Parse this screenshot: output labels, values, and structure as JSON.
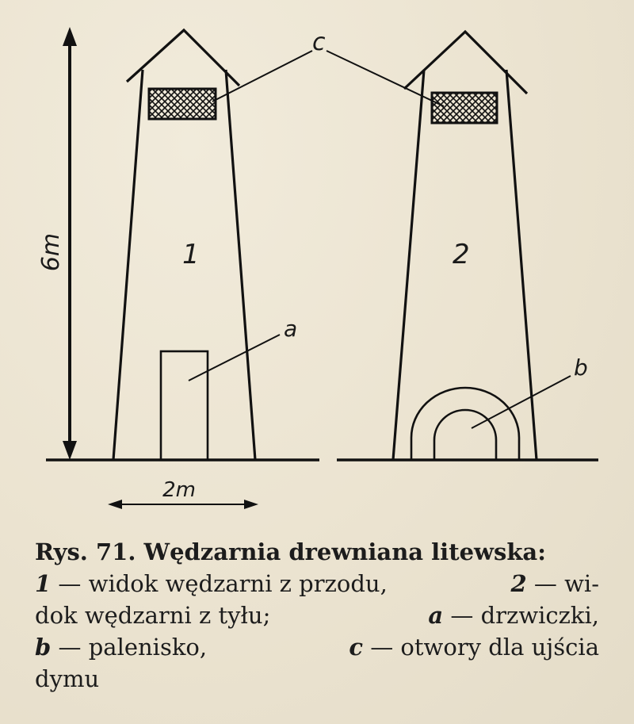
{
  "diagram": {
    "height_label": "6m",
    "width_label": "2m",
    "number_front": "1",
    "number_back": "2",
    "label_a": "a",
    "label_b": "b",
    "label_c": "c"
  },
  "caption": {
    "title": "Rys. 71. Wędzarnia drewniana litewska:",
    "line2_n1": "1",
    "line2_text1": "— widok wędzarni z przodu,",
    "line2_n2": "2",
    "line2_text2": "— wi-",
    "line3_text1": "dok wędzarni z tyłu;",
    "line3_a": "a",
    "line3_text2": "— drzwiczki,",
    "line4_b": "b",
    "line4_text1": "— palenisko,",
    "line4_c": "c",
    "line4_text2": "— otwory dla ujścia",
    "line5_text": "dymu"
  }
}
